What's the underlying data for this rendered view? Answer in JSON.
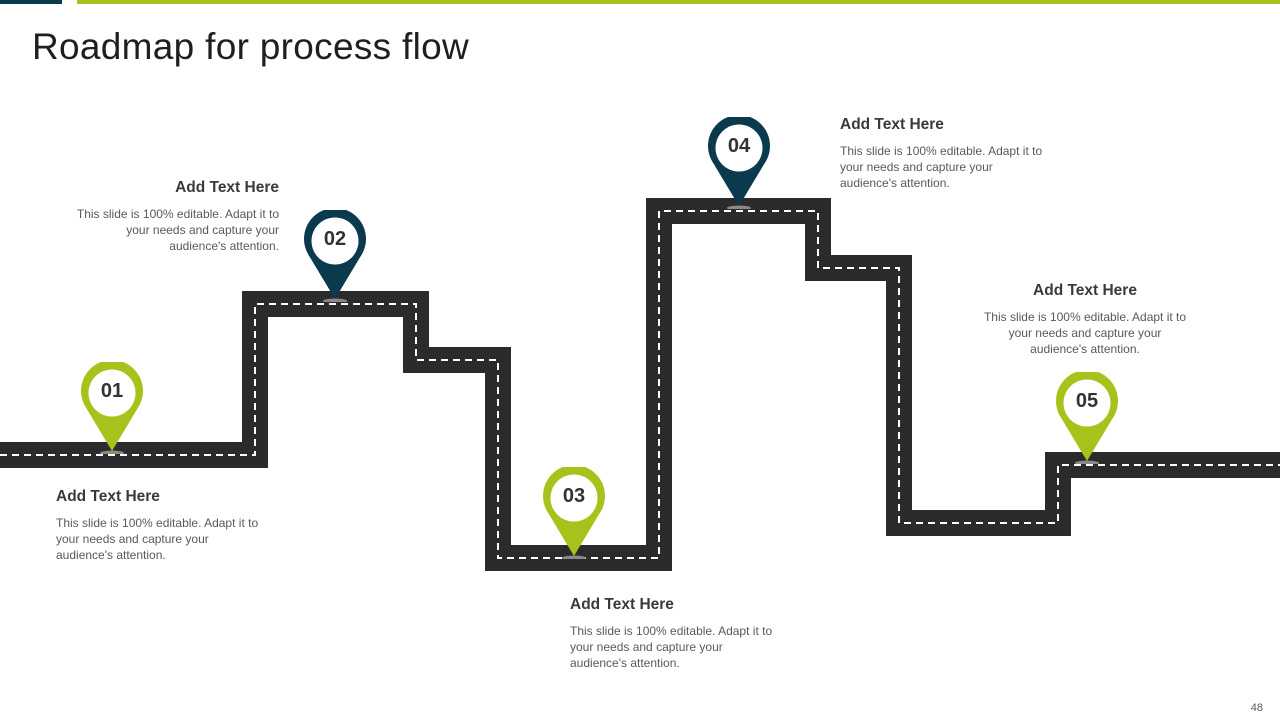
{
  "title": "Roadmap for process flow",
  "page_number": "48",
  "colors": {
    "accent_green": "#a9c21b",
    "accent_dark": "#0b3a4e",
    "road": "#2b2b2b",
    "road_marking": "#ffffff"
  },
  "milestones": [
    {
      "number": "01",
      "color": "#a9c21b",
      "heading": "Add Text Here",
      "body": "This slide is 100% editable. Adapt it to your needs and capture your audience's attention."
    },
    {
      "number": "02",
      "color": "#0b3a4e",
      "heading": "Add Text Here",
      "body": "This slide is 100% editable. Adapt it to your needs and capture your audience's attention."
    },
    {
      "number": "03",
      "color": "#a9c21b",
      "heading": "Add Text Here",
      "body": "This slide is 100% editable. Adapt it to your needs and capture your audience's attention."
    },
    {
      "number": "04",
      "color": "#0b3a4e",
      "heading": "Add Text Here",
      "body": "This slide is 100% editable. Adapt it to your needs and capture your audience's attention."
    },
    {
      "number": "05",
      "color": "#a9c21b",
      "heading": "Add Text Here",
      "body": "This slide is 100% editable. Adapt it to your needs and capture your audience's attention."
    }
  ]
}
